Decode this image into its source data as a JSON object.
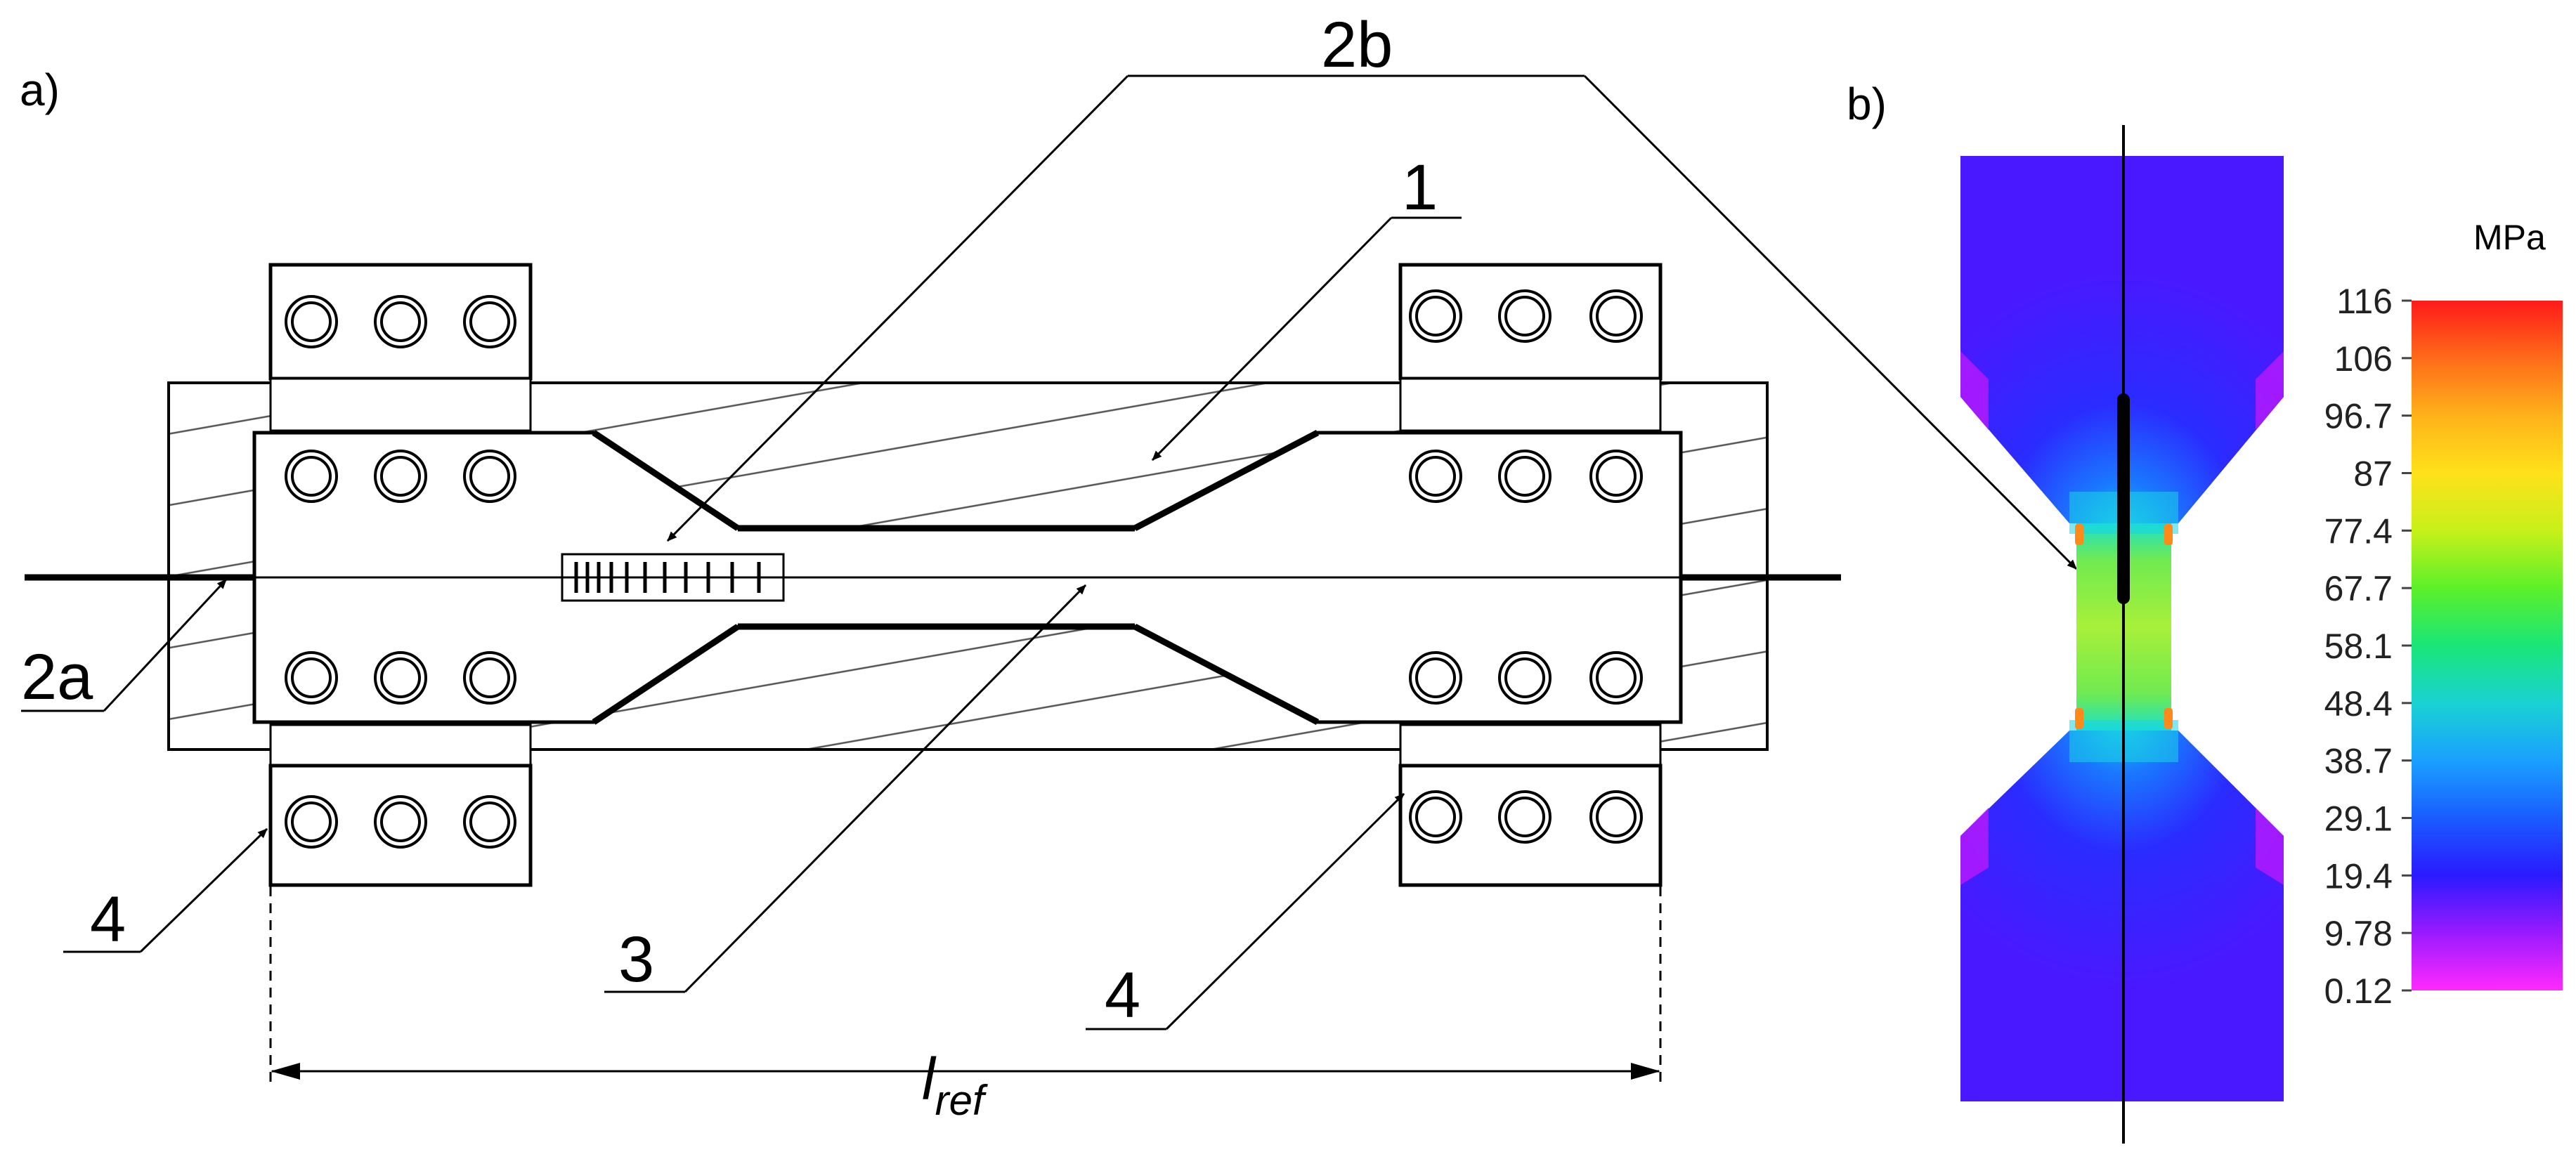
{
  "panels": {
    "a": {
      "label": "a)"
    },
    "b": {
      "label": "b)"
    }
  },
  "callouts": {
    "c1": "1",
    "c2a": "2a",
    "c2b": "2b",
    "c3": "3",
    "c4_left": "4",
    "c4_right": "4"
  },
  "dimension": {
    "base": "l",
    "subscript": "ref"
  },
  "colorbar": {
    "unit": "MPa",
    "ticks": [
      "116",
      "106",
      "96.7",
      "87",
      "77.4",
      "67.7",
      "58.1",
      "48.4",
      "38.7",
      "29.1",
      "19.4",
      "9.78",
      "0.12"
    ],
    "colors": [
      "#ff1a1a",
      "#ff6a1a",
      "#ffb21a",
      "#ffe11a",
      "#c8f01a",
      "#5cf02a",
      "#1ae678",
      "#1ad2d2",
      "#1aa0ff",
      "#1a5cff",
      "#2a1aff",
      "#9a1aff",
      "#ff2aff"
    ]
  }
}
